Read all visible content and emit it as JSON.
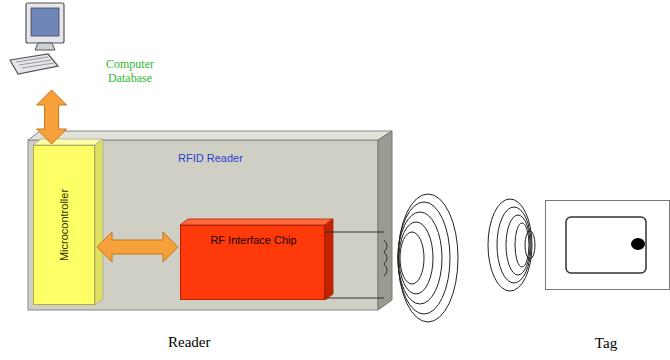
{
  "diagram": {
    "nodes": [
      {
        "text": [
          "Computer Database"
        ]
      },
      {
        "text": [
          "RFID Reader"
        ]
      },
      {
        "text": [
          "Microcontroller"
        ],
        "in": 1
      },
      {
        "text": [
          "RF Interface Chip"
        ],
        "in": 1
      },
      {
        "text": [
          "Tag"
        ]
      }
    ],
    "edges": [
      {
        "from": 0,
        "to": 2,
        "arrow": "both"
      },
      {
        "from": 2,
        "to": 3,
        "arrow": "both"
      }
    ],
    "labels": [
      "Reader"
    ]
  }
}
